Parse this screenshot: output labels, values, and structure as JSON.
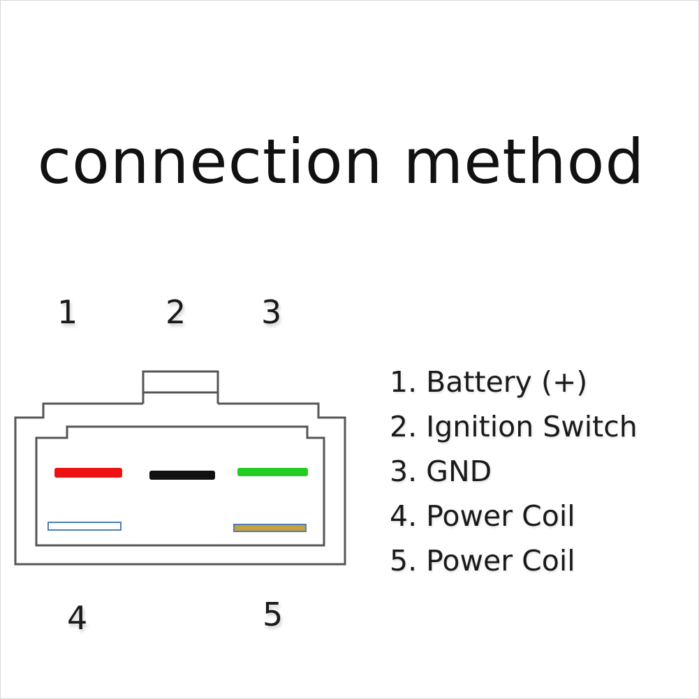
{
  "title": "connection method",
  "pin_numbers": {
    "p1": "1",
    "p2": "2",
    "p3": "3",
    "p4": "4",
    "p5": "5"
  },
  "legend": [
    {
      "number": "1.",
      "label": "Battery (+)"
    },
    {
      "number": "2.",
      "label": "Ignition Switch"
    },
    {
      "number": "3.",
      "label": "GND"
    },
    {
      "number": "4.",
      "label": "Power Coil"
    },
    {
      "number": "5.",
      "label": "Power Coil"
    }
  ],
  "wire_colors": {
    "pin1": "#ee1111",
    "pin2": "#111111",
    "pin3": "#22cc22",
    "pin4": "#4a7fb5",
    "pin5": "#c8a040",
    "pin4_fill": "#ffffff",
    "pin5_fill": "#c8a040"
  }
}
